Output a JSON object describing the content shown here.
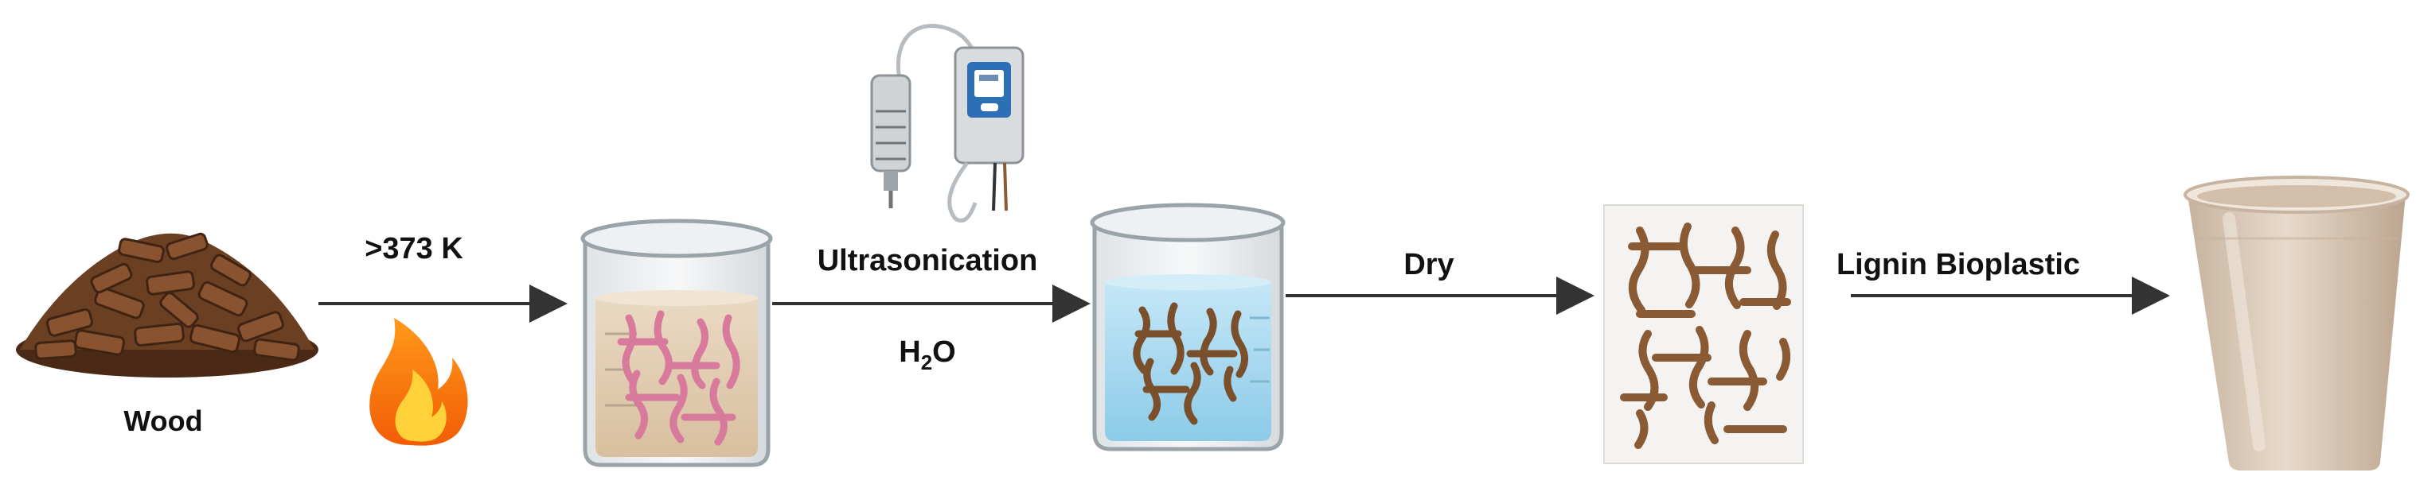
{
  "labels": {
    "wood": "Wood",
    "temperature": ">373 K",
    "ultrasonication": "Ultrasonication",
    "water_prefix": "H",
    "water_subscript": "2",
    "water_suffix": "O",
    "dry": "Dry",
    "product": "Lignin Bioplastic"
  },
  "colors": {
    "wood": "#6b3f22",
    "fiber_pink": "#d77a9c",
    "fiber_brown": "#8a5a34",
    "tan_liquid": "#e7d4bc",
    "water": "#a9d8ee",
    "cup": "#d9c6b4",
    "arrow": "#3b3b3b"
  },
  "icons": [
    "wood-chips-icon",
    "flame-icon",
    "ultrasonic-probe-icon",
    "beaker-lignin-suspension-icon",
    "beaker-water-icon",
    "dried-lignin-sheet-icon",
    "plastic-cup-icon"
  ]
}
